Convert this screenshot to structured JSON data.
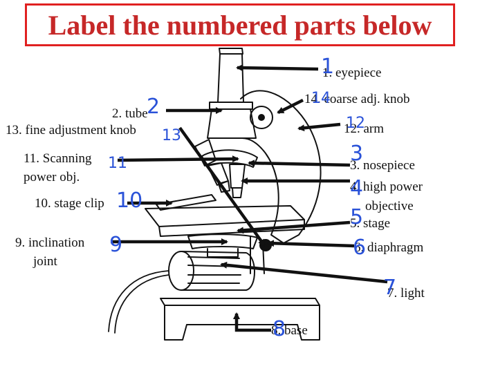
{
  "title": "Label the numbered parts below",
  "labels": {
    "l1": "1. eyepiece",
    "l14": "14. coarse adj. knob",
    "l2": "2. tube",
    "l13": "13. fine adjustment knob",
    "l12": "12. arm",
    "l11a": "11. Scanning",
    "l11b": "power obj.",
    "l3": "3. nosepiece",
    "l10": "10. stage clip",
    "l4a": "4. high power",
    "l4b": "objective",
    "l5": "5. stage",
    "l9a": "9. inclination",
    "l9b": "joint",
    "l6": "6. diaphragm",
    "l7": "7. light",
    "l8": "8. base"
  },
  "handwritten": {
    "h1": "1",
    "h14": "14",
    "h2": "2",
    "h13": "13",
    "h12": "12",
    "h11": "11",
    "h3": "3",
    "h4": "4",
    "h10": "10",
    "h5": "5",
    "h9": "9",
    "h6": "6",
    "h7": "7",
    "h8": "8"
  },
  "colors": {
    "title_border": "#e02020",
    "title_text": "#c62828",
    "handwriting": "#2a52d8",
    "ink": "#111111"
  }
}
